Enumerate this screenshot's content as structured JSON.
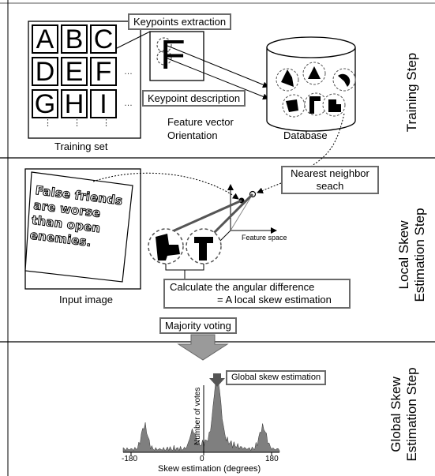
{
  "training": {
    "letters": [
      "A",
      "B",
      "C",
      "D",
      "E",
      "F",
      "G",
      "H",
      "I"
    ],
    "single_letter": "F",
    "keypoints_extraction": "Keypoints extraction",
    "keypoint_description": "Keypoint description",
    "feature_vector": "Feature vector",
    "orientation": "Orientation",
    "database": "Database",
    "training_set": "Training set",
    "step_label": "Training Step"
  },
  "local": {
    "input_text_lines": [
      "False friends",
      "are worse",
      "than open",
      "enemies."
    ],
    "input_image": "Input image",
    "nearest_neighbor_line1": "Nearest neighbor",
    "nearest_neighbor_line2": "seach",
    "feature_space": "Feature space",
    "angular_line1": "Calculate the angular difference",
    "angular_line2": "= A local skew estimation",
    "step_label_line1": "Local Skew",
    "step_label_line2": "Estimation Step"
  },
  "majority_voting": "Majority voting",
  "global": {
    "estimation_label": "Global skew estimation",
    "ylabel": "Number of votes",
    "xlabel": "Skew estimation (degrees)",
    "xticks": [
      "-180",
      "0",
      "180"
    ],
    "step_label_line1": "Global Skew",
    "step_label_line2": "Estimation Step"
  },
  "colors": {
    "box_border": "#6a6a6a",
    "arrow_fill": "#9a9a9a",
    "histogram_fill": "#7f7f7f",
    "divider": "#000000"
  }
}
